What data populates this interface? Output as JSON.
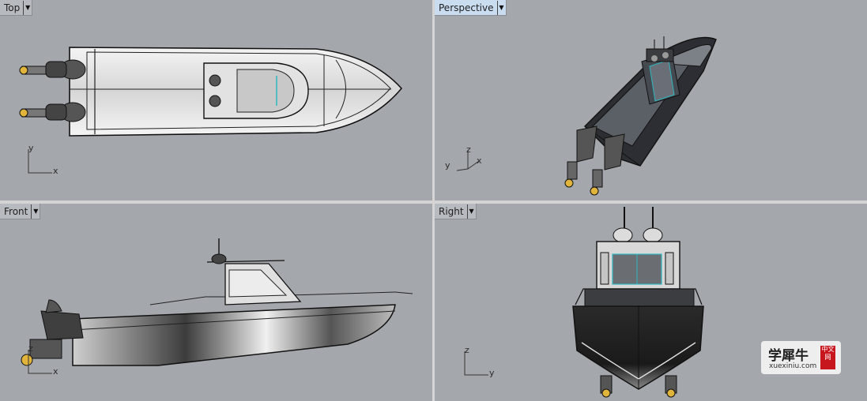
{
  "viewports": {
    "top": {
      "title": "Top",
      "axes": [
        "y",
        "x"
      ]
    },
    "perspective": {
      "title": "Perspective",
      "axes": [
        "z",
        "y",
        "x"
      ]
    },
    "front": {
      "title": "Front",
      "axes": [
        "z",
        "x"
      ]
    },
    "right": {
      "title": "Right",
      "axes": [
        "z",
        "y"
      ]
    }
  },
  "watermark": {
    "title": "学犀牛",
    "url": "xuexiniu.com",
    "badge": "中文网"
  },
  "colors": {
    "viewport_bg": "#a4a8ad",
    "active_tab": "#c9dcf0",
    "divider": "#e8e8e8"
  },
  "icons": {
    "dropdown": "triangle-down-icon"
  }
}
